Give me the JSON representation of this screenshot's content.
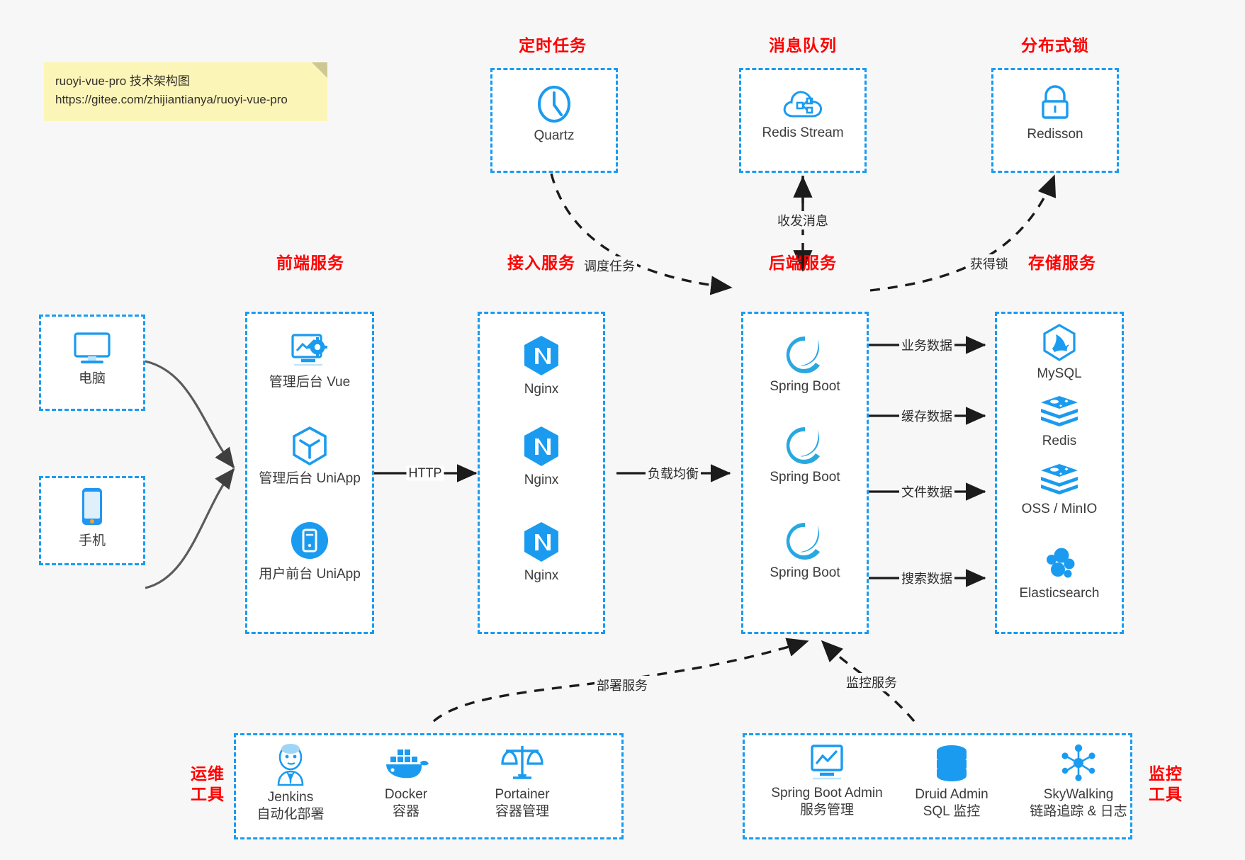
{
  "note": {
    "line1": "ruoyi-vue-pro 技术架构图",
    "line2": "https://gitee.com/zhijiantianya/ruoyi-vue-pro"
  },
  "colors": {
    "accent_blue": "#1a9bf0",
    "title_red": "#ff0000",
    "arrow_gray": "#3f3f3f",
    "note_yellow": "#fcf5b8",
    "background": "#f7f7f7"
  },
  "groups": {
    "scheduler": {
      "title": "定时任务",
      "items": [
        {
          "label": "Quartz",
          "icon": "clock-icon"
        }
      ]
    },
    "mq": {
      "title": "消息队列",
      "items": [
        {
          "label": "Redis Stream",
          "icon": "cloud-node-icon"
        }
      ]
    },
    "lock": {
      "title": "分布式锁",
      "items": [
        {
          "label": "Redisson",
          "icon": "lock-icon"
        }
      ]
    },
    "clients": {
      "title": "",
      "items": [
        {
          "label": "电脑",
          "icon": "monitor-icon"
        },
        {
          "label": "手机",
          "icon": "phone-icon"
        }
      ]
    },
    "frontend": {
      "title": "前端服务",
      "items": [
        {
          "label": "管理后台 Vue",
          "icon": "dashboard-gear-icon"
        },
        {
          "label": "管理后台 UniApp",
          "icon": "hexagon-uniapp-icon"
        },
        {
          "label": "用户前台 UniApp",
          "icon": "mobile-circle-icon"
        }
      ]
    },
    "gateway": {
      "title": "接入服务",
      "items": [
        {
          "label": "Nginx",
          "icon": "nginx-icon"
        },
        {
          "label": "Nginx",
          "icon": "nginx-icon"
        },
        {
          "label": "Nginx",
          "icon": "nginx-icon"
        }
      ]
    },
    "backend": {
      "title": "后端服务",
      "items": [
        {
          "label": "Spring Boot",
          "icon": "spring-leaf-icon"
        },
        {
          "label": "Spring Boot",
          "icon": "spring-leaf-icon"
        },
        {
          "label": "Spring Boot",
          "icon": "spring-leaf-icon"
        }
      ]
    },
    "storage": {
      "title": "存储服务",
      "items": [
        {
          "label": "MySQL",
          "icon": "mysql-dolphin-icon"
        },
        {
          "label": "Redis",
          "icon": "redis-stack-icon"
        },
        {
          "label": "OSS / MinIO",
          "icon": "redis-stack-icon"
        },
        {
          "label": "Elasticsearch",
          "icon": "elasticsearch-icon"
        }
      ]
    },
    "devops": {
      "title": "运维\n工具",
      "title_line1": "运维",
      "title_line2": "工具",
      "items": [
        {
          "label": "Jenkins",
          "sublabel": "自动化部署",
          "icon": "jenkins-butler-icon"
        },
        {
          "label": "Docker",
          "sublabel": "容器",
          "icon": "docker-whale-icon"
        },
        {
          "label": "Portainer",
          "sublabel": "容器管理",
          "icon": "scales-icon"
        }
      ]
    },
    "monitoring": {
      "title": "监控\n工具",
      "title_line1": "监控",
      "title_line2": "工具",
      "items": [
        {
          "label": "Spring Boot Admin",
          "sublabel": "服务管理",
          "icon": "monitor-chart-icon"
        },
        {
          "label": "Druid Admin",
          "sublabel": "SQL 监控",
          "icon": "database-icon"
        },
        {
          "label": "SkyWalking",
          "sublabel": "链路追踪 & 日志",
          "icon": "skywalking-icon"
        }
      ]
    }
  },
  "edges": {
    "http": "HTTP",
    "load_balance": "负载均衡",
    "schedule_task": "调度任务",
    "send_receive_message": "收发消息",
    "acquire_lock": "获得锁",
    "business_data": "业务数据",
    "cache_data": "缓存数据",
    "file_data": "文件数据",
    "search_data": "搜索数据",
    "deploy_service": "部署服务",
    "monitor_service": "监控服务"
  }
}
